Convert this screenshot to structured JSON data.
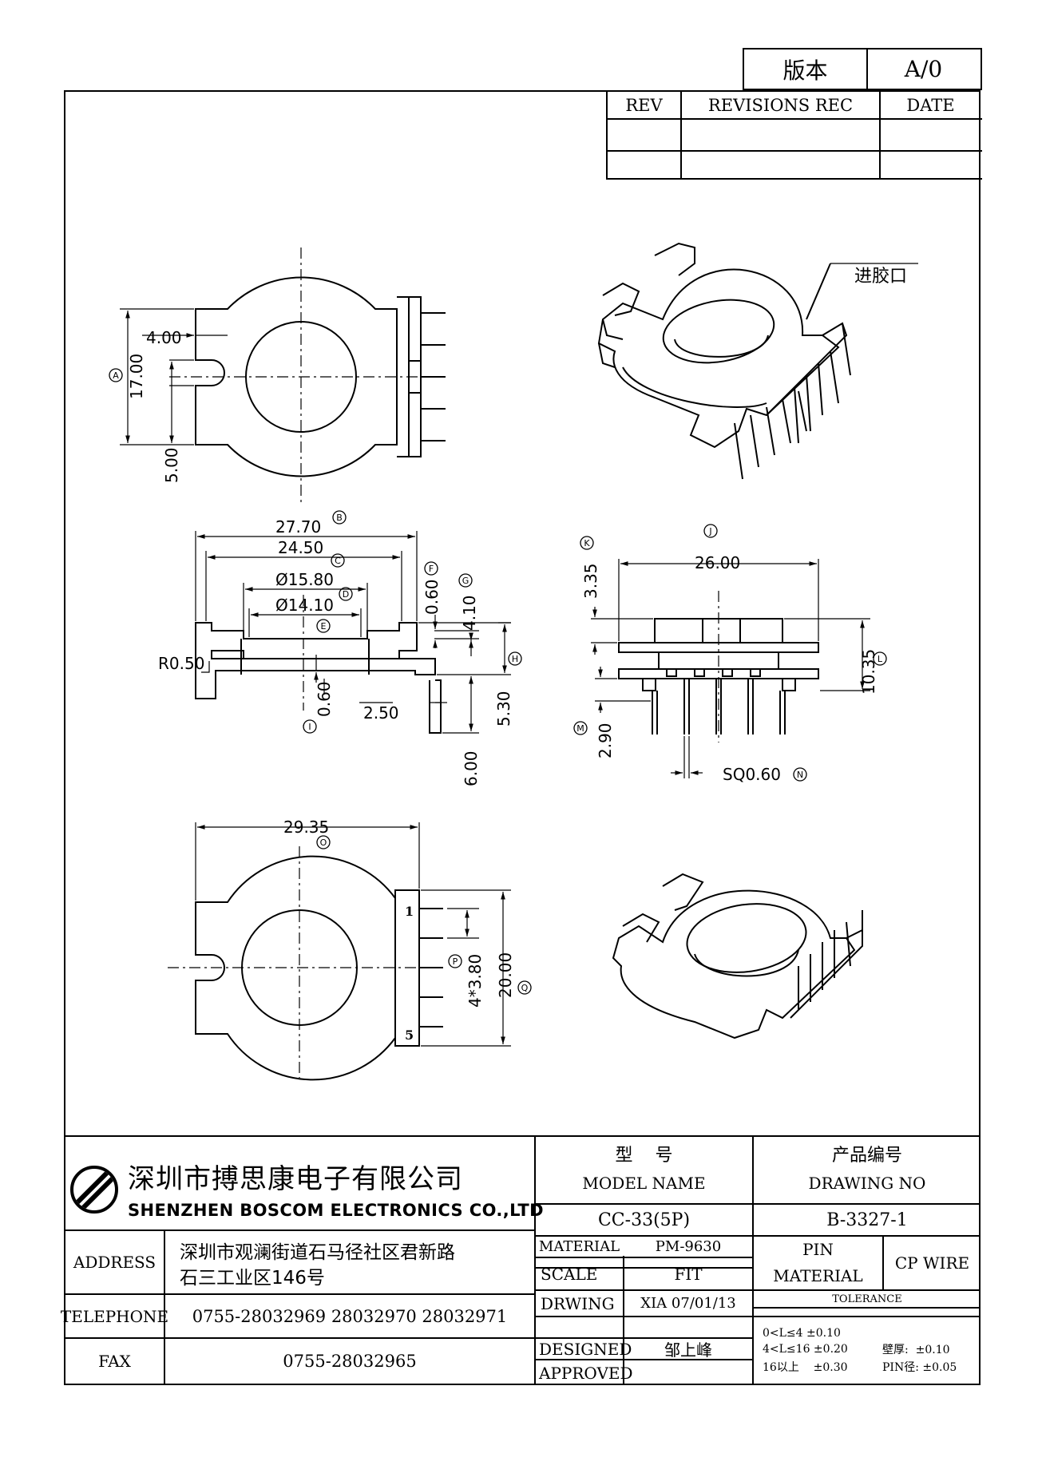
{
  "version_block": {
    "label": "版本",
    "value": "A/0"
  },
  "revision_table": {
    "rev": "REV",
    "rec": "REVISIONS REC",
    "date": "DATE"
  },
  "drawing": {
    "gate_label": "进胶口",
    "dims": {
      "d400": "4.00",
      "d1700": "17.00",
      "d500": "5.00",
      "d2770": "27.70",
      "d2450": "24.50",
      "d1580": "Ø15.80",
      "d1410": "Ø14.10",
      "d060f": "0.60",
      "d410": "4.10",
      "r050": "R0.50",
      "d060i": "0.60",
      "d250": "2.50",
      "d530": "5.30",
      "d600": "6.00",
      "d335": "3.35",
      "d2600": "26.00",
      "d1035": "10.35",
      "d290": "2.90",
      "sq060": "SQ0.60",
      "d2935": "29.35",
      "d380": "4*3.80",
      "d2000": "20.00"
    },
    "markers": {
      "A": "A",
      "B": "B",
      "C": "C",
      "D": "D",
      "E": "E",
      "F": "F",
      "G": "G",
      "H": "H",
      "I": "I",
      "J": "J",
      "K": "K",
      "L": "L",
      "M": "M",
      "N": "N",
      "O": "O",
      "P": "P",
      "Q": "Q"
    },
    "pin_numbers": {
      "first": "1",
      "last": "5"
    }
  },
  "title_block": {
    "company_cn": "深圳市搏思康电子有限公司",
    "company_en": "SHENZHEN BOSCOM ELECTRONICS CO.,LTD",
    "address_label": "ADDRESS",
    "address_line1": "深圳市观澜街道石马径社区君新路",
    "address_line2": "石三工业区146号",
    "telephone_label": "TELEPHONE",
    "telephone": "0755-28032969 28032970 28032971",
    "fax_label": "FAX",
    "fax": "0755-28032965",
    "model_cn": "型    号",
    "model_en": "MODEL NAME",
    "model_value": "CC-33(5P)",
    "drawing_no_cn": "产品编号",
    "drawing_no_en": "DRAWING NO",
    "drawing_no_value": "B-3327-1",
    "material_label": "MATERIAL",
    "material_value": "PM-9630",
    "scale_label": "SCALE",
    "scale_value": "FIT",
    "drawing_label": "DRWING",
    "drawing_value": "XIA 07/01/13",
    "designed_label": "DESIGNED",
    "designed_value": "邹上峰",
    "approved_label": "APPROVED",
    "pin_material_label1": "PIN",
    "pin_material_label2": "MATERIAL",
    "pin_material_value": "CP WIRE",
    "tolerance_label": "TOLERANCE",
    "tol_line1": "0<L≤4  ±0.10",
    "tol_line2": "4<L≤16  ±0.20",
    "tol_line3": "16以上    ±0.30",
    "wall_label": "壁厚:  ±0.10",
    "pin_dia_label": "PIN径: ±0.05"
  }
}
